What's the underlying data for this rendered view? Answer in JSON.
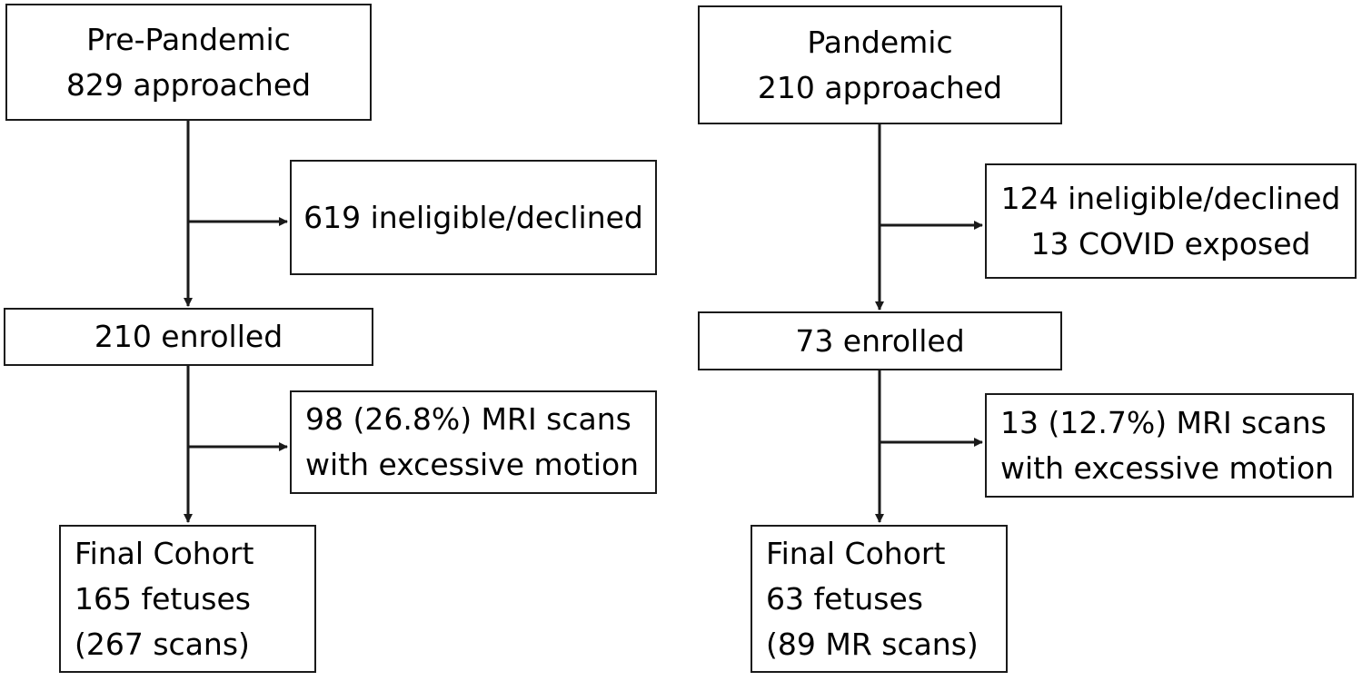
{
  "pre_pandemic": {
    "start": [
      "Pre-Pandemic",
      "829 approached"
    ],
    "excluded": [
      "619 ineligible/declined"
    ],
    "enrolled": [
      "210 enrolled"
    ],
    "motion": [
      "98 (26.8%) MRI scans",
      "with excessive motion"
    ],
    "final": [
      "Final Cohort",
      "165 fetuses",
      "(267 scans)"
    ]
  },
  "pandemic": {
    "start": [
      "Pandemic",
      "210 approached"
    ],
    "excluded": [
      "124 ineligible/declined",
      "13 COVID exposed"
    ],
    "enrolled": [
      "73 enrolled"
    ],
    "motion": [
      "13 (12.7%) MRI scans",
      "with excessive motion"
    ],
    "final": [
      "Final Cohort",
      "63 fetuses",
      "(89 MR scans)"
    ]
  }
}
